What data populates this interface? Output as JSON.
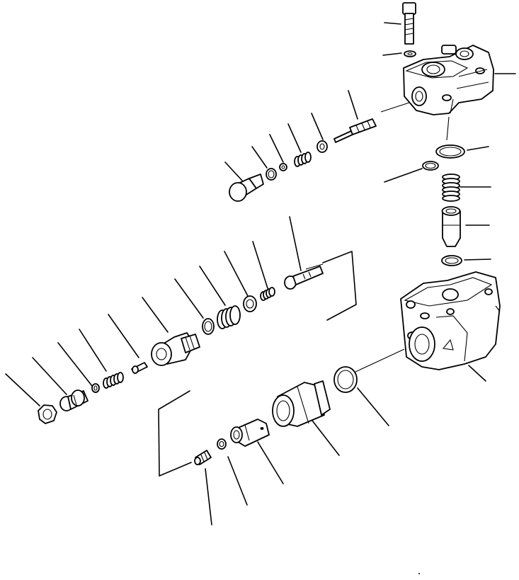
{
  "diagram": {
    "kind": "exploded-parts-view",
    "line_color": "#000000",
    "background": "#ffffff",
    "parts": [
      "upper-bolt",
      "upper-washer",
      "upper-valve-cover",
      "upper-oring-large",
      "upper-oring-small",
      "upper-spring",
      "upper-plunger",
      "upper-oring-seat",
      "relief-screw",
      "relief-seat",
      "relief-spring-small",
      "relief-ring-small",
      "relief-plug",
      "mid-bolt",
      "mid-spring-small",
      "mid-ring-thick",
      "mid-spring-large",
      "mid-oring",
      "relief-body",
      "poppet-needle",
      "poppet-spring",
      "poppet-oring",
      "adjust-screw",
      "lock-nut",
      "valve-body-lower",
      "body-oring",
      "sleeve-nut",
      "piston",
      "piston-ring",
      "check-poppet"
    ]
  }
}
